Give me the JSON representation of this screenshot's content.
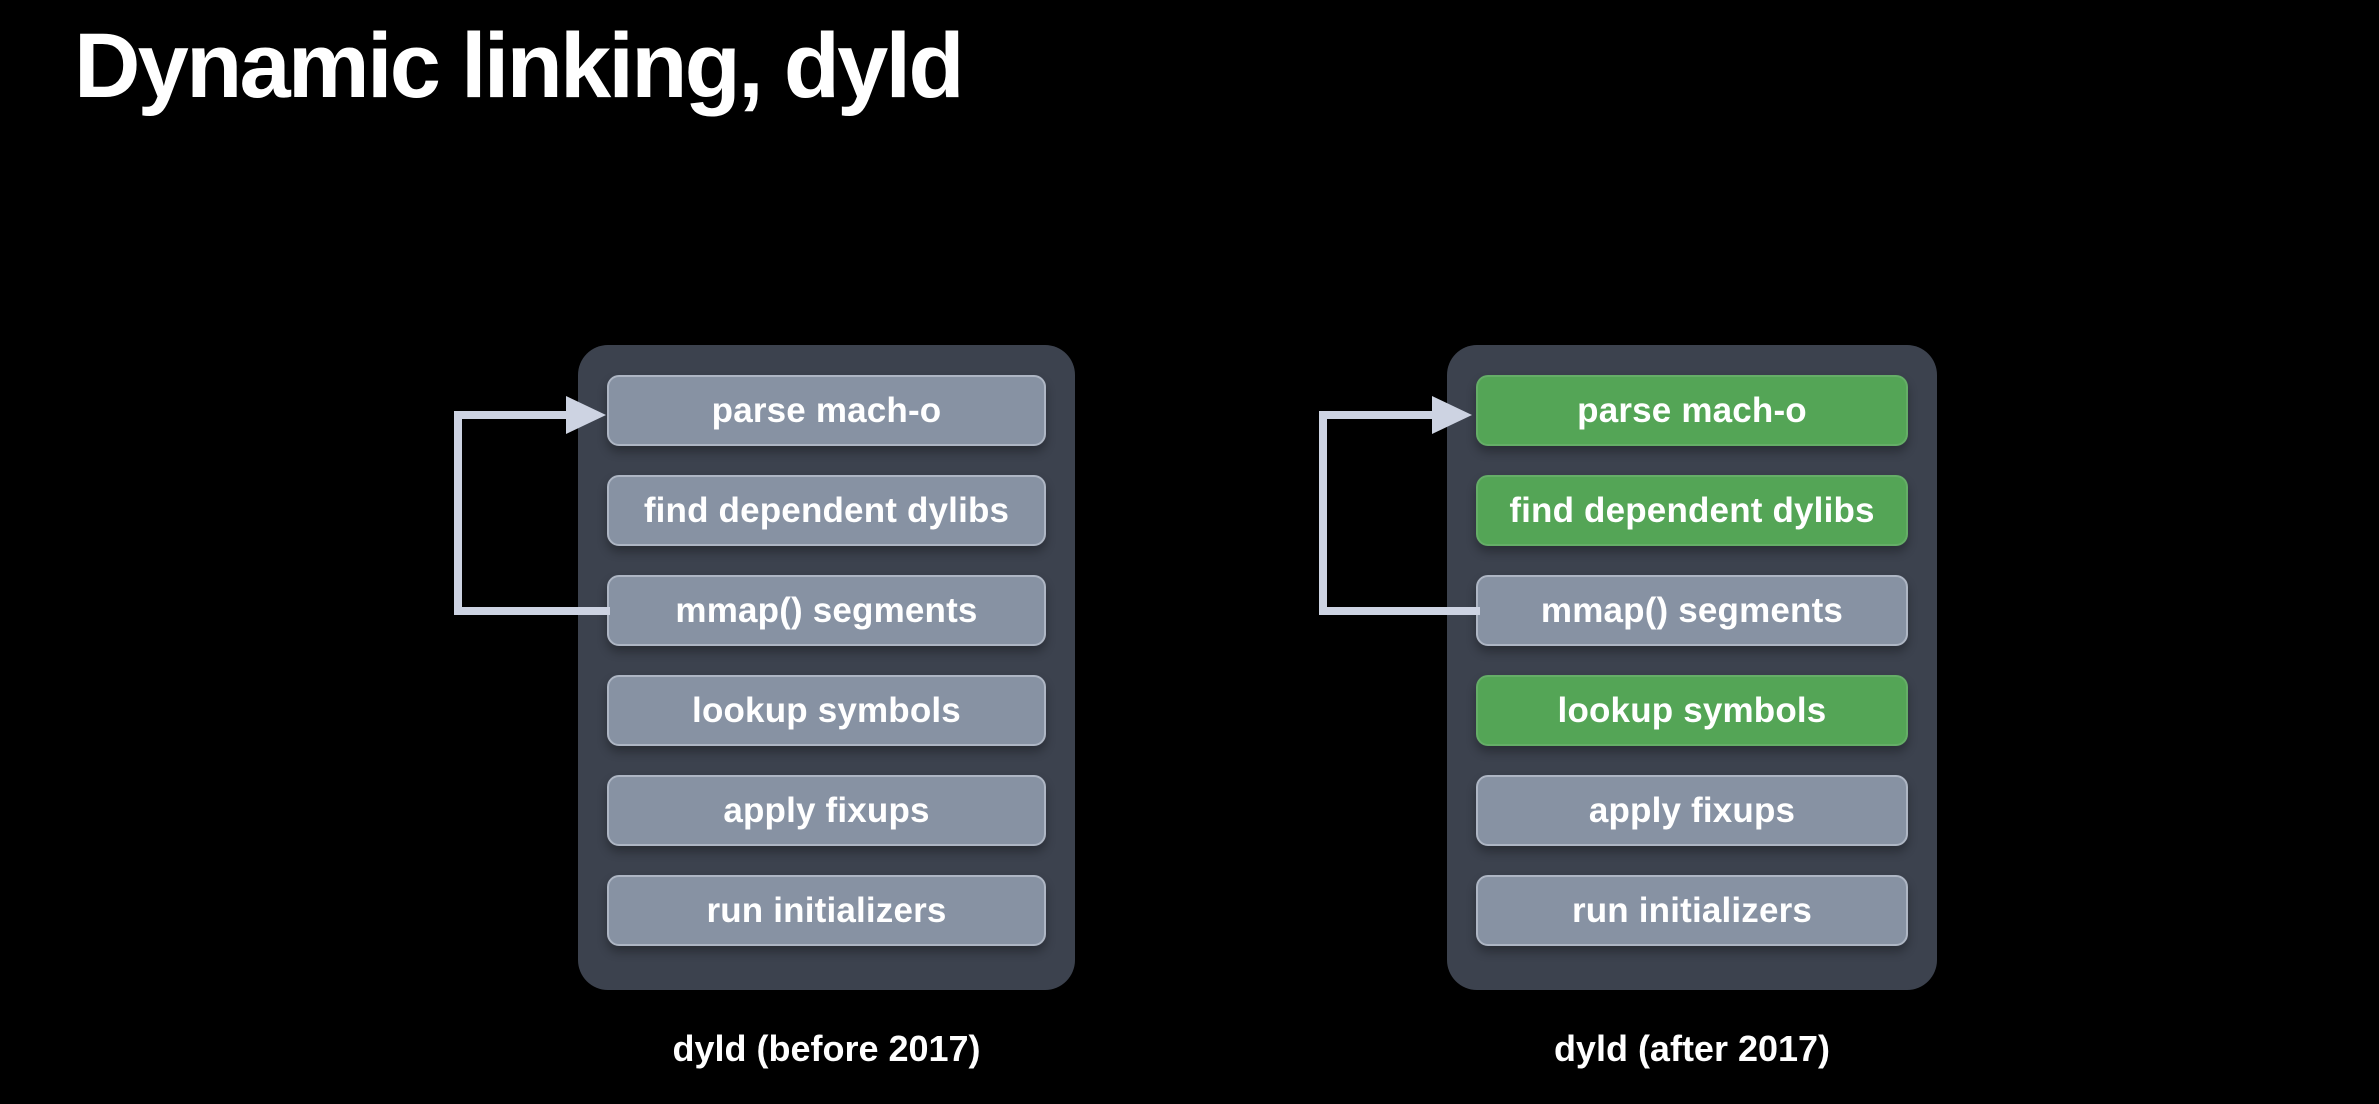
{
  "slide": {
    "title": "Dynamic linking, dyld",
    "colors": {
      "background": "#000000",
      "panel": "#3c424e",
      "step_gray": "#8792a3",
      "step_gray_border": "#aeb6c4",
      "step_green": "#54a556",
      "arrow": "#cdd3e2",
      "text": "#ffffff"
    },
    "diagrams": [
      {
        "id": "before",
        "caption": "dyld (before 2017)",
        "steps": [
          {
            "label": "parse mach-o",
            "highlight": false
          },
          {
            "label": "find dependent dylibs",
            "highlight": false
          },
          {
            "label": "mmap() segments",
            "highlight": false
          },
          {
            "label": "lookup symbols",
            "highlight": false
          },
          {
            "label": "apply fixups",
            "highlight": false
          },
          {
            "label": "run initializers",
            "highlight": false
          }
        ],
        "loop": {
          "from_step": "mmap() segments",
          "to_step": "parse mach-o"
        }
      },
      {
        "id": "after",
        "caption": "dyld (after 2017)",
        "steps": [
          {
            "label": "parse mach-o",
            "highlight": true
          },
          {
            "label": "find dependent dylibs",
            "highlight": true
          },
          {
            "label": "mmap() segments",
            "highlight": false
          },
          {
            "label": "lookup symbols",
            "highlight": true
          },
          {
            "label": "apply fixups",
            "highlight": false
          },
          {
            "label": "run initializers",
            "highlight": false
          }
        ],
        "loop": {
          "from_step": "mmap() segments",
          "to_step": "parse mach-o"
        }
      }
    ]
  }
}
